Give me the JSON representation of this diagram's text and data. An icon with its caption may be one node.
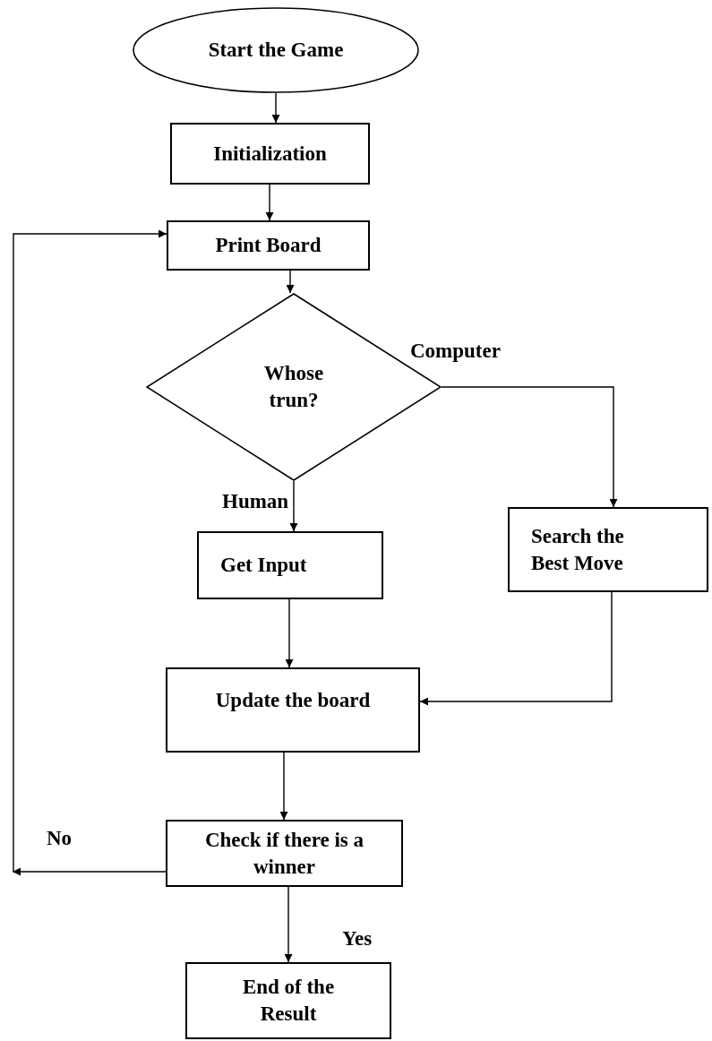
{
  "diagram": {
    "nodes": [
      {
        "text": [
          "Start the Game"
        ]
      },
      {
        "text": [
          "Initialization"
        ]
      },
      {
        "text": [
          "Print Board"
        ]
      },
      {
        "text": [
          "Whose trun?"
        ]
      },
      {
        "text": [
          "Get Input"
        ]
      },
      {
        "text": [
          "Search the Best Move"
        ]
      },
      {
        "text": [
          "Update the board"
        ]
      },
      {
        "text": [
          "Check if there is a winner"
        ]
      },
      {
        "text": [
          "End of the Result"
        ]
      }
    ],
    "edges": [
      {
        "from": 0,
        "to": 1,
        "arrow": "to"
      },
      {
        "from": 1,
        "to": 2,
        "arrow": "to"
      },
      {
        "from": 2,
        "to": 3,
        "arrow": "to"
      },
      {
        "from": 3,
        "to": 4,
        "arrow": "to",
        "label": "Human"
      },
      {
        "from": 3,
        "to": 5,
        "arrow": "to",
        "label": "Computer"
      },
      {
        "from": 4,
        "to": 6,
        "arrow": "to"
      },
      {
        "from": 5,
        "to": 6,
        "arrow": "to"
      },
      {
        "from": 6,
        "to": 7,
        "arrow": "to"
      },
      {
        "from": 7,
        "to": 2,
        "arrow": "to",
        "label": "No"
      },
      {
        "from": 7,
        "to": 8,
        "arrow": "to",
        "label": "Yes"
      }
    ]
  }
}
